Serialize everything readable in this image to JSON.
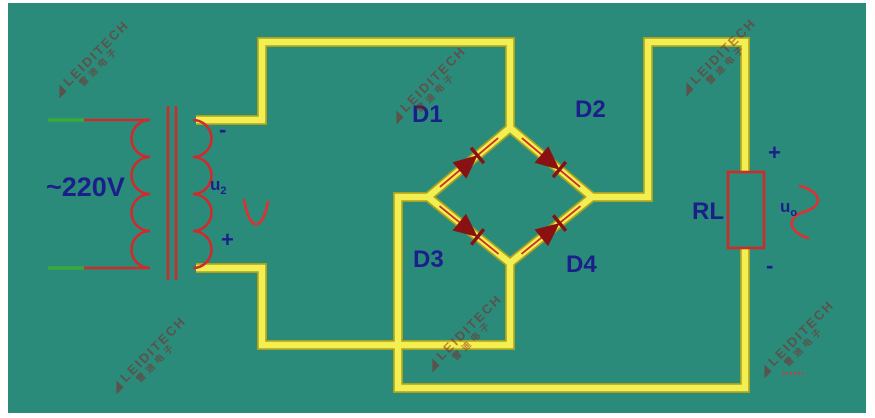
{
  "diagram": {
    "type": "bridge-rectifier-circuit-diagram",
    "labels": {
      "ac_source": "~220V",
      "secondary_voltage_main": "u",
      "secondary_voltage_sub": "2",
      "secondary_minus": "-",
      "secondary_plus": "+",
      "diode1": "D1",
      "diode2": "D2",
      "diode3": "D3",
      "diode4": "D4",
      "load": "RL",
      "output_plus": "+",
      "output_minus": "-",
      "output_voltage_main": "u",
      "output_voltage_sub": "o"
    },
    "watermark": {
      "logo_glyph": "◢",
      "line1": "LEIDITECH",
      "line2": "雷迪电子"
    },
    "footer_mark": "▪▪▪▪▪▪",
    "colors": {
      "background": "#2b8b7b",
      "wire_core": "#f3ef52",
      "wire_edge": "#a9a21e",
      "component_red": "#cf2b2b",
      "diode_red": "#8a1111",
      "label_navy": "#1c1f8a",
      "lead_green": "#3aa83a",
      "wave_red": "#e03030"
    }
  }
}
